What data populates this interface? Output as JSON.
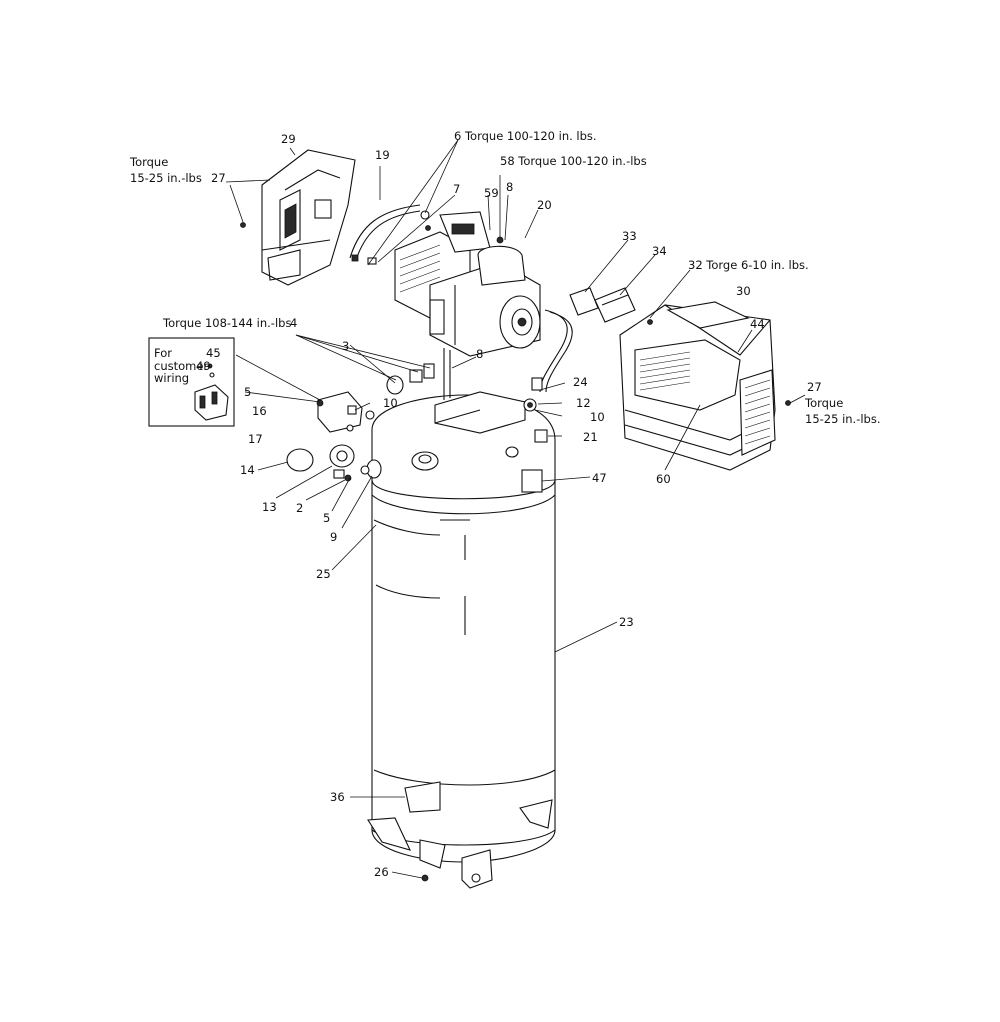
{
  "labels": {
    "torque_left": "Torque",
    "torque_left_val": "15-25 in.-lbs",
    "p29": "29",
    "p27a": "27",
    "p19": "19",
    "p6": "6 Torque 100-120 in. lbs.",
    "p58": "58 Torque 100-120 in.-lbs",
    "p7": "7",
    "p59": "59",
    "p8a": "8",
    "p20": "20",
    "p33": "33",
    "p34": "34",
    "p32": "32 Torge 6-10 in. lbs.",
    "p30": "30",
    "p44": "44",
    "torque_108": "Torque 108-144 in.-lbs",
    "p4": "4",
    "p3": "3",
    "p8b": "8",
    "for_customer": "For",
    "customer": "customer",
    "wiring": "wiring",
    "p45": "45",
    "p49": "49",
    "p5a": "5",
    "p10a": "10",
    "p16": "16",
    "p17": "17",
    "p24": "24",
    "p12": "12",
    "p10b": "10",
    "p21": "21",
    "p27b": "27",
    "torque_right": "Torque",
    "torque_right_val": "15-25 in.-lbs.",
    "p14": "14",
    "p13": "13",
    "p2": "2",
    "p5b": "5",
    "p9": "9",
    "p47": "47",
    "p60": "60",
    "p25": "25",
    "p23": "23",
    "p36": "36",
    "p26": "26"
  }
}
